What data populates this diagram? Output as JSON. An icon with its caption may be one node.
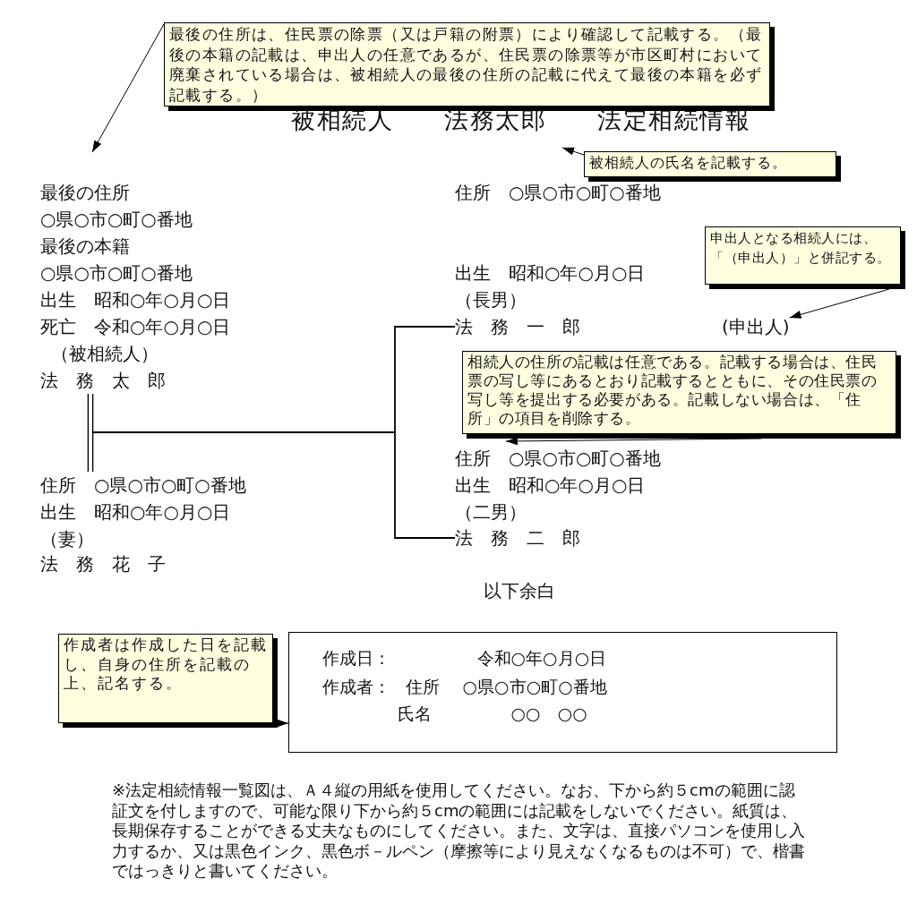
{
  "diagram": {
    "title": "被相続人　　法務太郎　　法定相続情報",
    "nodes": [
      {
        "text": [
          "最後の住所は、住民票の除票（又は戸籍の附票）により確認して記載する。（最後の本籍の記載は、申出人の任意であるが、住民票の除票等が市区町村において廃棄されている場合は、被相続人の最後の住所の記載に代えて最後の本籍を必ず記載する。）"
        ]
      },
      {
        "text": [
          "被相続人の氏名を記載する。"
        ]
      },
      {
        "text": [
          "最後の住所",
          "○県○市○町○番地",
          "最後の本籍",
          "○県○市○町○番地",
          "出生　昭和○年○月○日",
          "死亡　令和○年○月○日",
          "（被相続人）",
          "法　務　太　郎"
        ]
      },
      {
        "text": [
          "住所　○県○市○町○番地",
          "出生　昭和○年○月○日",
          "（長男）",
          "法　務　一　郎"
        ]
      },
      {
        "text": [
          "申出人となる相続人には、「（申出人）」と併記する。"
        ]
      },
      {
        "text": [
          "(申出人)"
        ]
      },
      {
        "text": [
          "相続人の住所の記載は任意である。記載する場合は、住民票の写し等にあるとおり記載するとともに、その住民票の写し等を提出する必要がある。記載しない場合は、「住所」の項目を削除する。"
        ]
      },
      {
        "text": [
          "住所　○県○市○町○番地",
          "出生　昭和○年○月○日",
          "（二男）",
          "法　務　二　郎"
        ]
      },
      {
        "text": [
          "住所　○県○市○町○番地",
          "出生　昭和○年○月○日",
          "（妻）",
          "法　務　花　子"
        ]
      },
      {
        "text": [
          "作成者は作成した日を記載し、自身の住所を記載の上、記名する。"
        ]
      },
      {
        "text": [
          "作成日：",
          "令和○年○月○日",
          "作成者：",
          "住所",
          "○県○市○町○番地",
          "氏名",
          "○○　○○"
        ]
      }
    ],
    "edges": [
      {
        "from": 2,
        "to": 8,
        "arrow": "none"
      },
      {
        "from": 2,
        "to": 3,
        "arrow": "none"
      },
      {
        "from": 8,
        "to": 3,
        "arrow": "none"
      },
      {
        "from": 2,
        "to": 7,
        "arrow": "none"
      },
      {
        "from": 8,
        "to": 7,
        "arrow": "none"
      },
      {
        "from": 0,
        "to": 2,
        "arrow": "to"
      },
      {
        "from": 1,
        "to": null,
        "arrow": "to"
      },
      {
        "from": 4,
        "to": 5,
        "arrow": "to"
      },
      {
        "from": 6,
        "to": 7,
        "arrow": "to"
      },
      {
        "from": 9,
        "to": 10,
        "arrow": "to"
      }
    ],
    "labels": [
      "以下余白",
      "※法定相続情報一覧図は、Ａ４縦の用紙を使用してください。なお、下から約５cmの範囲に認証文を付しますので、可能な限り下から約５cmの範囲には記載をしないでください。紙質は、長期保存することができる丈夫なものにしてください。また、文字は、直接パソコンを使用し入力するか、又は黒色インク、黒色ボ－ルペン（摩擦等により見えなくなるものは不可）で、楷書ではっきりと書いてください。"
    ]
  }
}
